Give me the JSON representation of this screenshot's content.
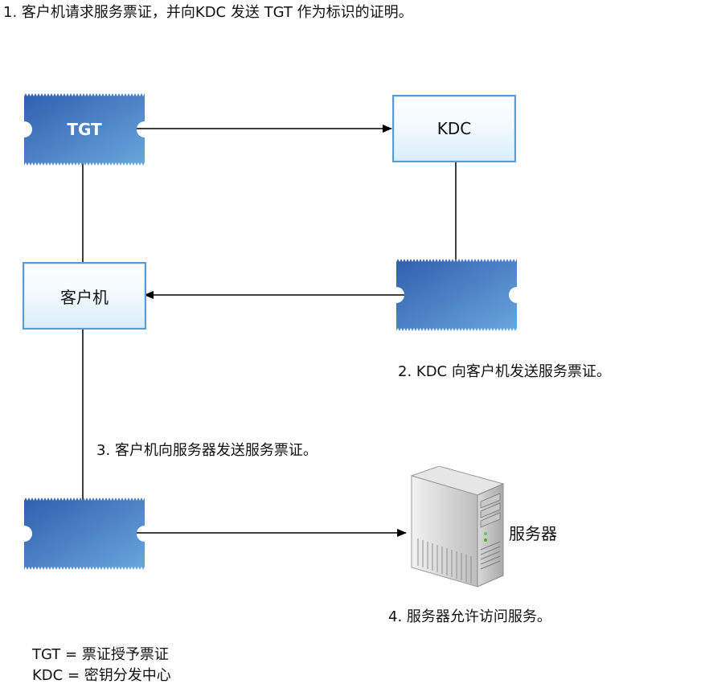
{
  "steps": {
    "step1": "1. 客户机请求服务票证，并向KDC 发送 TGT 作为标识的证明。",
    "step2": "2. KDC 向客户机发送服务票证。",
    "step3": "3. 客户机向服务器发送服务票证。",
    "step4": "4. 服务器允许访问服务。"
  },
  "nodes": {
    "tgt_ticket_label": "TGT",
    "kdc_label": "KDC",
    "client_label": "客户机",
    "server_label": "服务器"
  },
  "legend": {
    "tgt": "TGT = 票证授予票证",
    "kdc": "KDC = 密钥分发中心"
  },
  "colors": {
    "ticket_dark": "#2f5fae",
    "ticket_light": "#6aa6dc",
    "box_border": "#5b9bd5",
    "box_fill": "#e8f5fd"
  }
}
